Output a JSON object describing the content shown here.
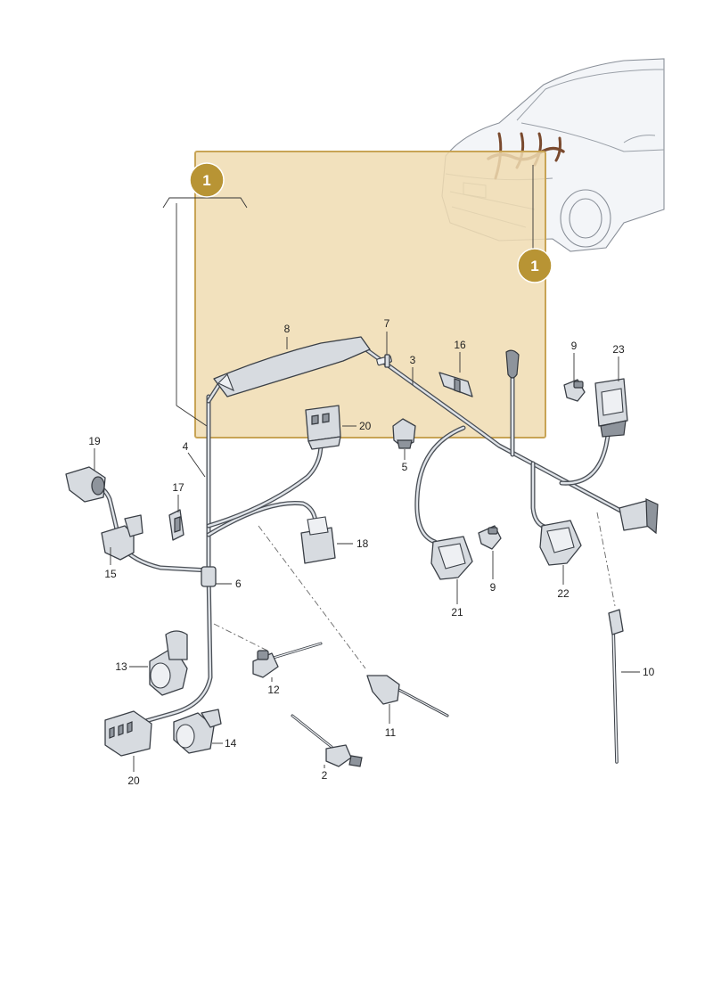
{
  "colors": {
    "highlight_fill": "#f0dcb2",
    "highlight_stroke": "#c8a455",
    "badge": "#b89434",
    "wire": "#4a4f56"
  },
  "callout": {
    "badge_label": "1"
  },
  "labels": {
    "p2": "2",
    "p3": "3",
    "p4": "4",
    "p5": "5",
    "p6": "6",
    "p7": "7",
    "p8": "8",
    "p9a": "9",
    "p9b": "9",
    "p10": "10",
    "p11": "11",
    "p12": "12",
    "p13": "13",
    "p14": "14",
    "p15": "15",
    "p16": "16",
    "p17": "17",
    "p18": "18",
    "p19": "19",
    "p20a": "20",
    "p20b": "20",
    "p21": "21",
    "p22": "22",
    "p23": "23"
  },
  "icons": {
    "badge": "numbered-circle-icon",
    "vehicle": "car-front-icon"
  }
}
